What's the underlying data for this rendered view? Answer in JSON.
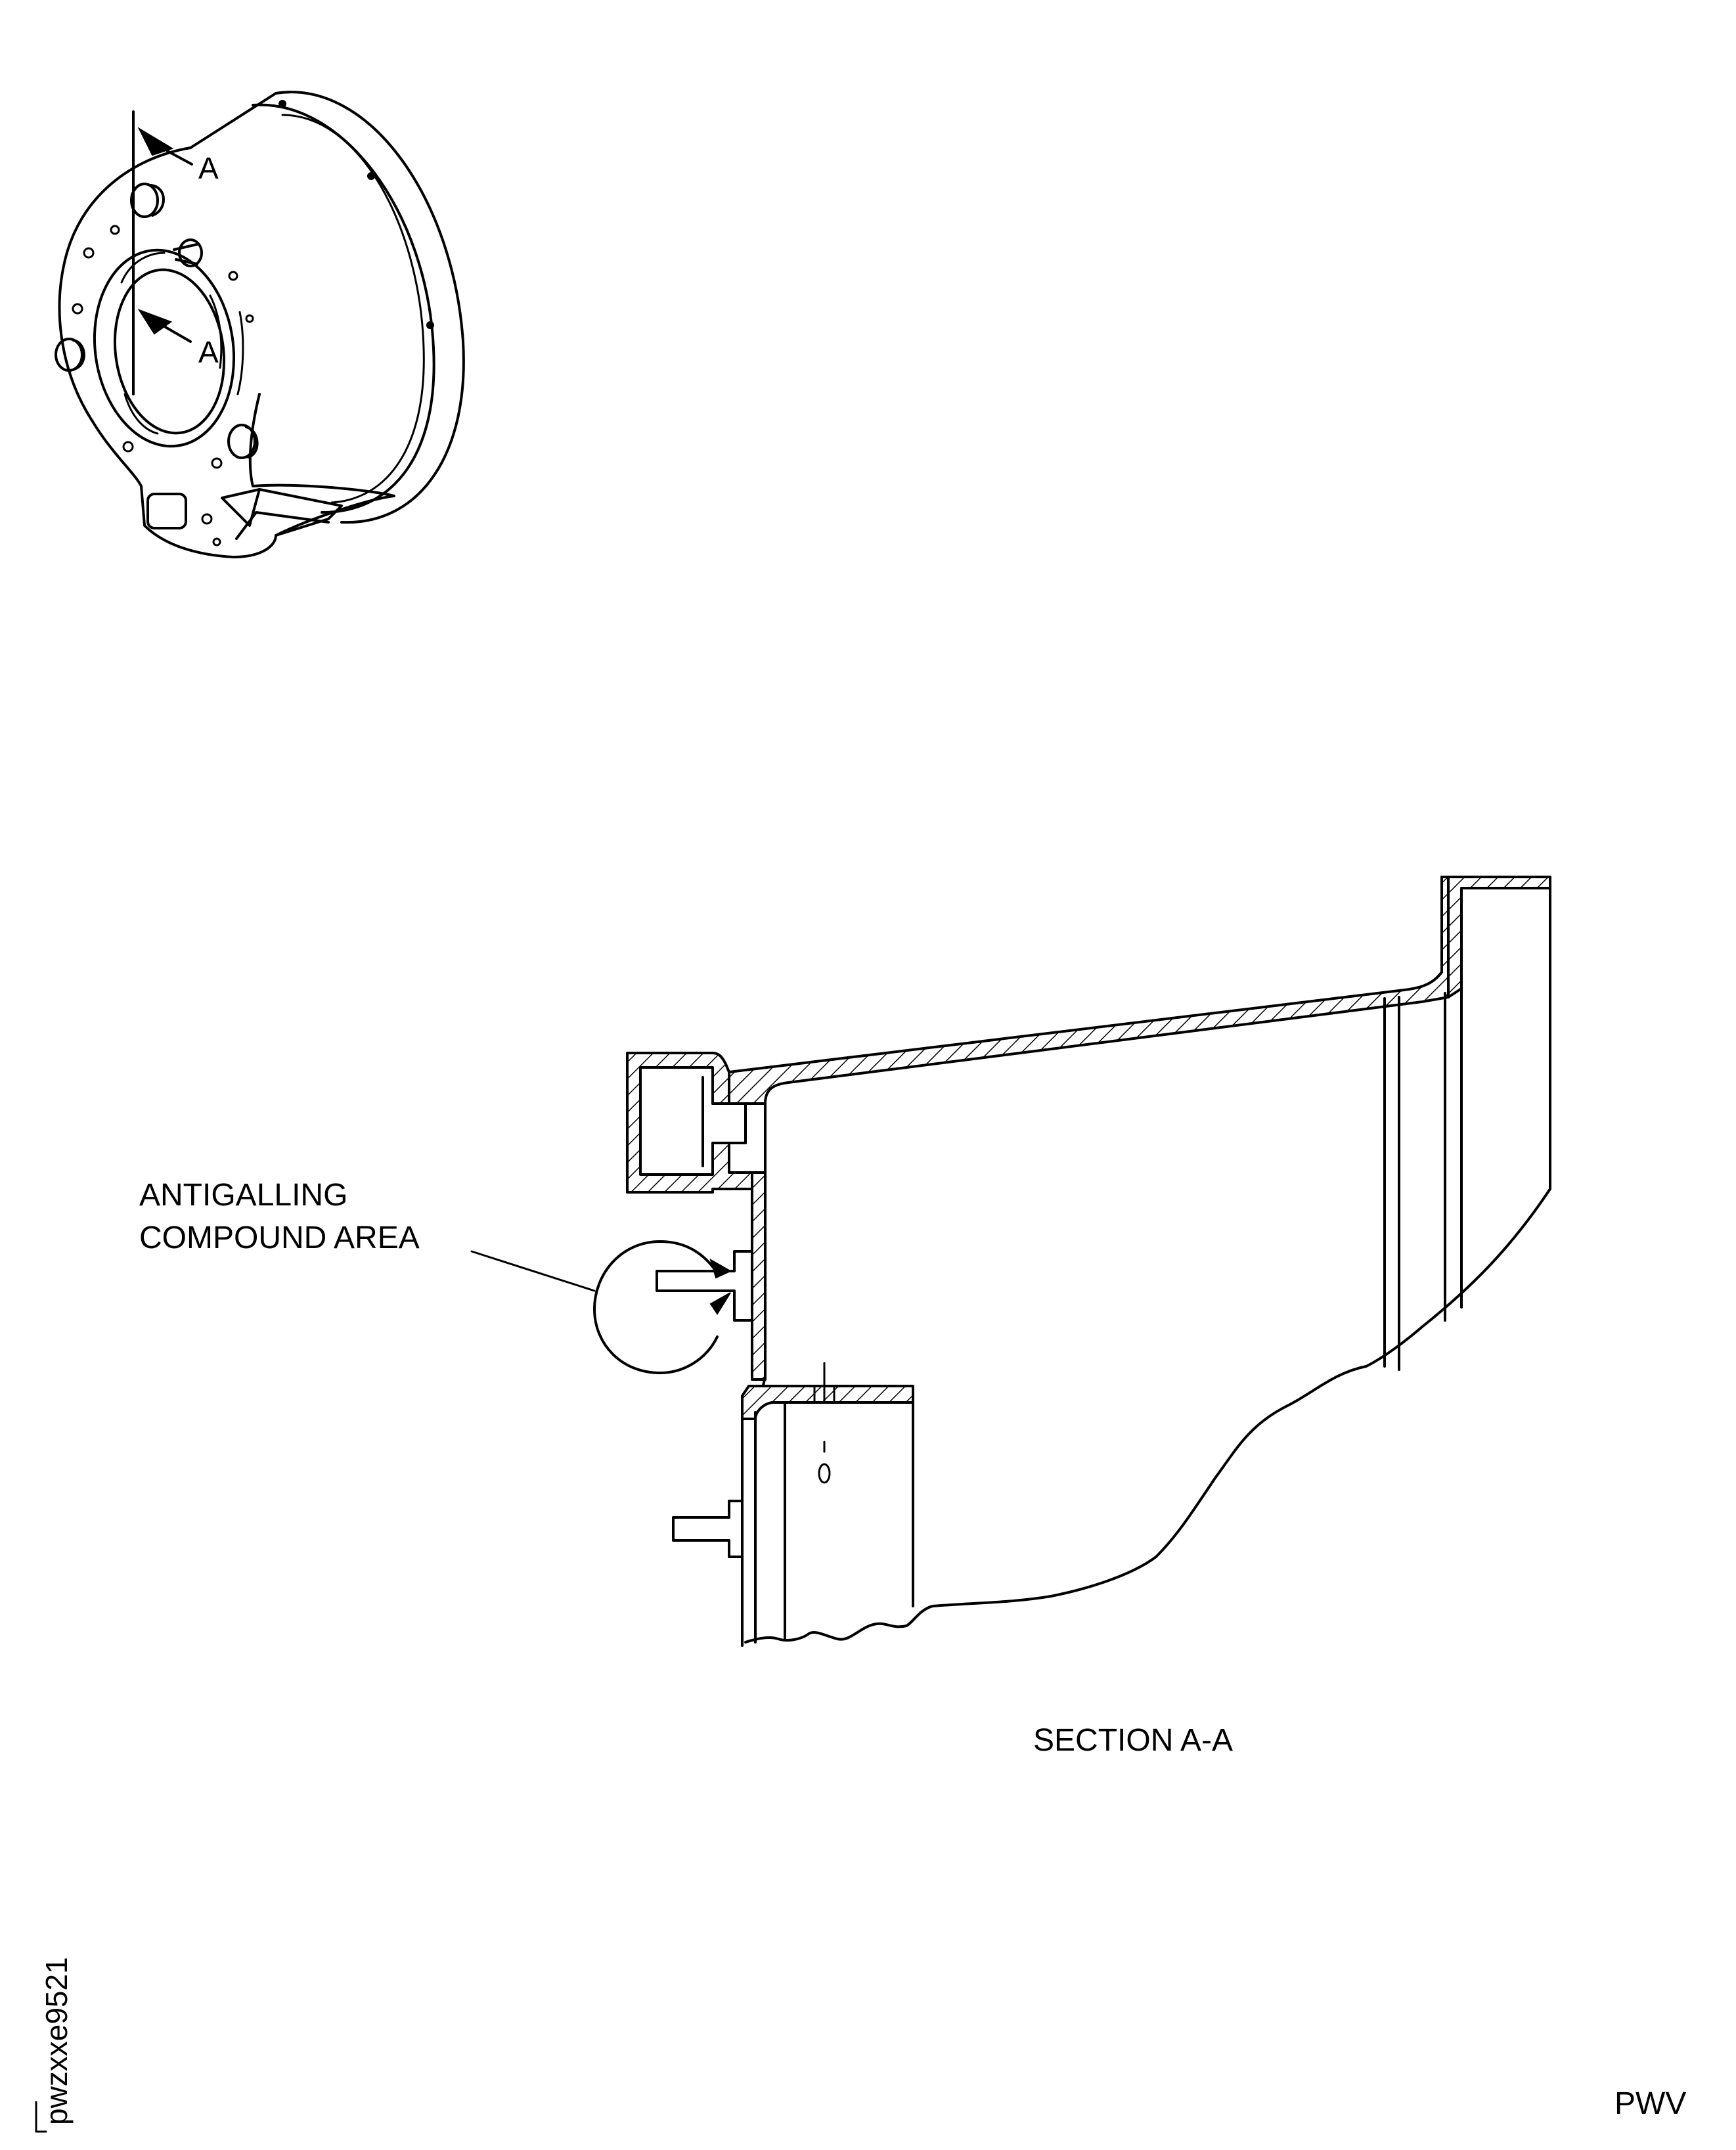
{
  "view_letters": [
    "A",
    "A"
  ],
  "callout": {
    "line1": "ANTIGALLING",
    "line2": "COMPOUND AREA"
  },
  "section_title": "SECTION A-A",
  "figure_id": "pwzxxe9521",
  "footer_code": "PWV"
}
